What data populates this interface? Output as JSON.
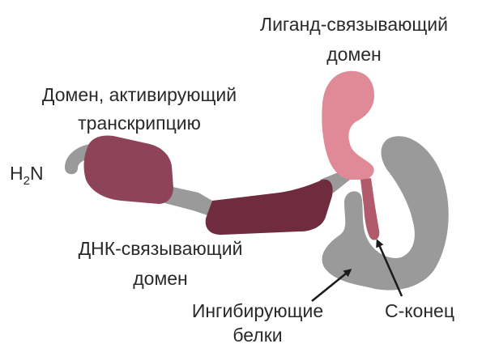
{
  "labels": {
    "ligand_domain_line1": "Лиганд-связывающий",
    "ligand_domain_line2": "домен",
    "activation_domain_line1": "Домен, активирующий",
    "activation_domain_line2": "транскрипцию",
    "n_terminus_h": "H",
    "n_terminus_sub": "2",
    "n_terminus_n": "N",
    "dna_domain_line1": "ДНК-связывающий",
    "dna_domain_line2": "домен",
    "inhibitory_line1": "Ингибирующие",
    "inhibitory_line2": "белки",
    "c_terminus": "C-конец"
  },
  "colors": {
    "activation_domain": "#8e4458",
    "dna_binding_domain": "#6e2c3e",
    "ligand_binding_domain": "#e08a98",
    "c_tail": "#b05a6c",
    "linker_and_inhibitor": "#9a9a9a",
    "arrow": "#1a1a1a",
    "text": "#2a2a2a"
  }
}
